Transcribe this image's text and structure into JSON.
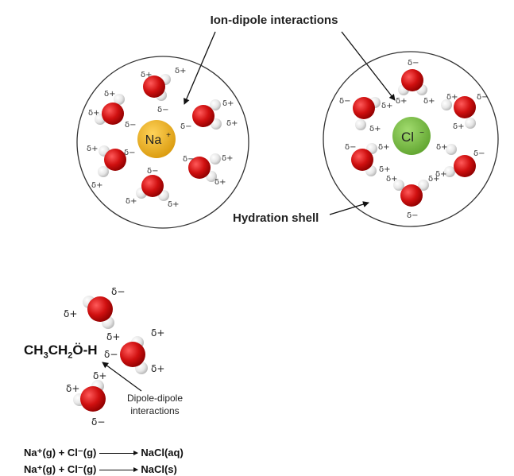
{
  "labels": {
    "ion_dipole": "Ion-dipole interactions",
    "hydration_shell": "Hydration shell",
    "dipole_dipole_line1": "Dipole-dipole",
    "dipole_dipole_line2": "interactions"
  },
  "ions": {
    "sodium": {
      "text": "Na",
      "charge": "+",
      "color": "#F2B321"
    },
    "chloride": {
      "text": "Cl",
      "charge": "−",
      "color": "#7BC043"
    }
  },
  "partial_charges": {
    "positive": "δ+",
    "negative": "δ−"
  },
  "ethanol": {
    "ch3": "CH",
    "sub3": "3",
    "ch2": "CH",
    "sub2": "2",
    "oh": "Ö-H"
  },
  "equations": [
    {
      "lhs": "Na⁺(g) + Cl⁻(g)",
      "rhs": "NaCl(aq)"
    },
    {
      "lhs": "Na⁺(g) + Cl⁻(g)",
      "rhs": "NaCl(s)"
    }
  ],
  "colors": {
    "oxygen": "#D01010",
    "hydrogen": "#E9E9E9",
    "shell_outline": "#333333"
  }
}
